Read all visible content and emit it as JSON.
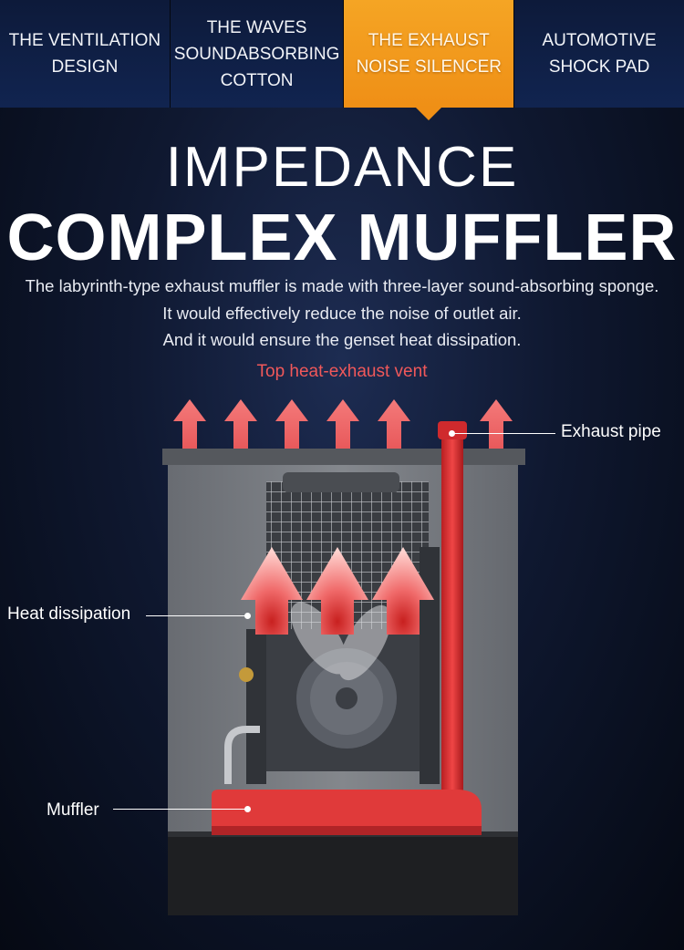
{
  "tabs": [
    {
      "label": "THE VENTILATION\nDESIGN",
      "active": false
    },
    {
      "label": "THE WAVES\nSOUNDABSORBING\nCOTTON",
      "active": false
    },
    {
      "label": "THE EXHAUST\nNOISE SILENCER",
      "active": true
    },
    {
      "label": "AUTOMOTIVE\nSHOCK PAD",
      "active": false
    }
  ],
  "heading": {
    "line1": "IMPEDANCE",
    "line2": "COMPLEX MUFFLER"
  },
  "description": {
    "line1": "The labyrinth-type exhaust muffler is made with three-layer sound-absorbing sponge.",
    "line2": "It would effectively reduce the noise of outlet air.",
    "line3": "And it would ensure the genset heat dissipation."
  },
  "labels": {
    "top_vent": "Top heat-exhaust vent",
    "exhaust_pipe": "Exhaust pipe",
    "heat_dissipation": "Heat dissipation",
    "muffler": "Muffler"
  },
  "colors": {
    "accent_tab": "#f39a1e",
    "vent_label": "#f0585a",
    "muffler_red": "#e03a3a",
    "arrow_pink": "#f48a8a",
    "background": "#0f1830"
  }
}
